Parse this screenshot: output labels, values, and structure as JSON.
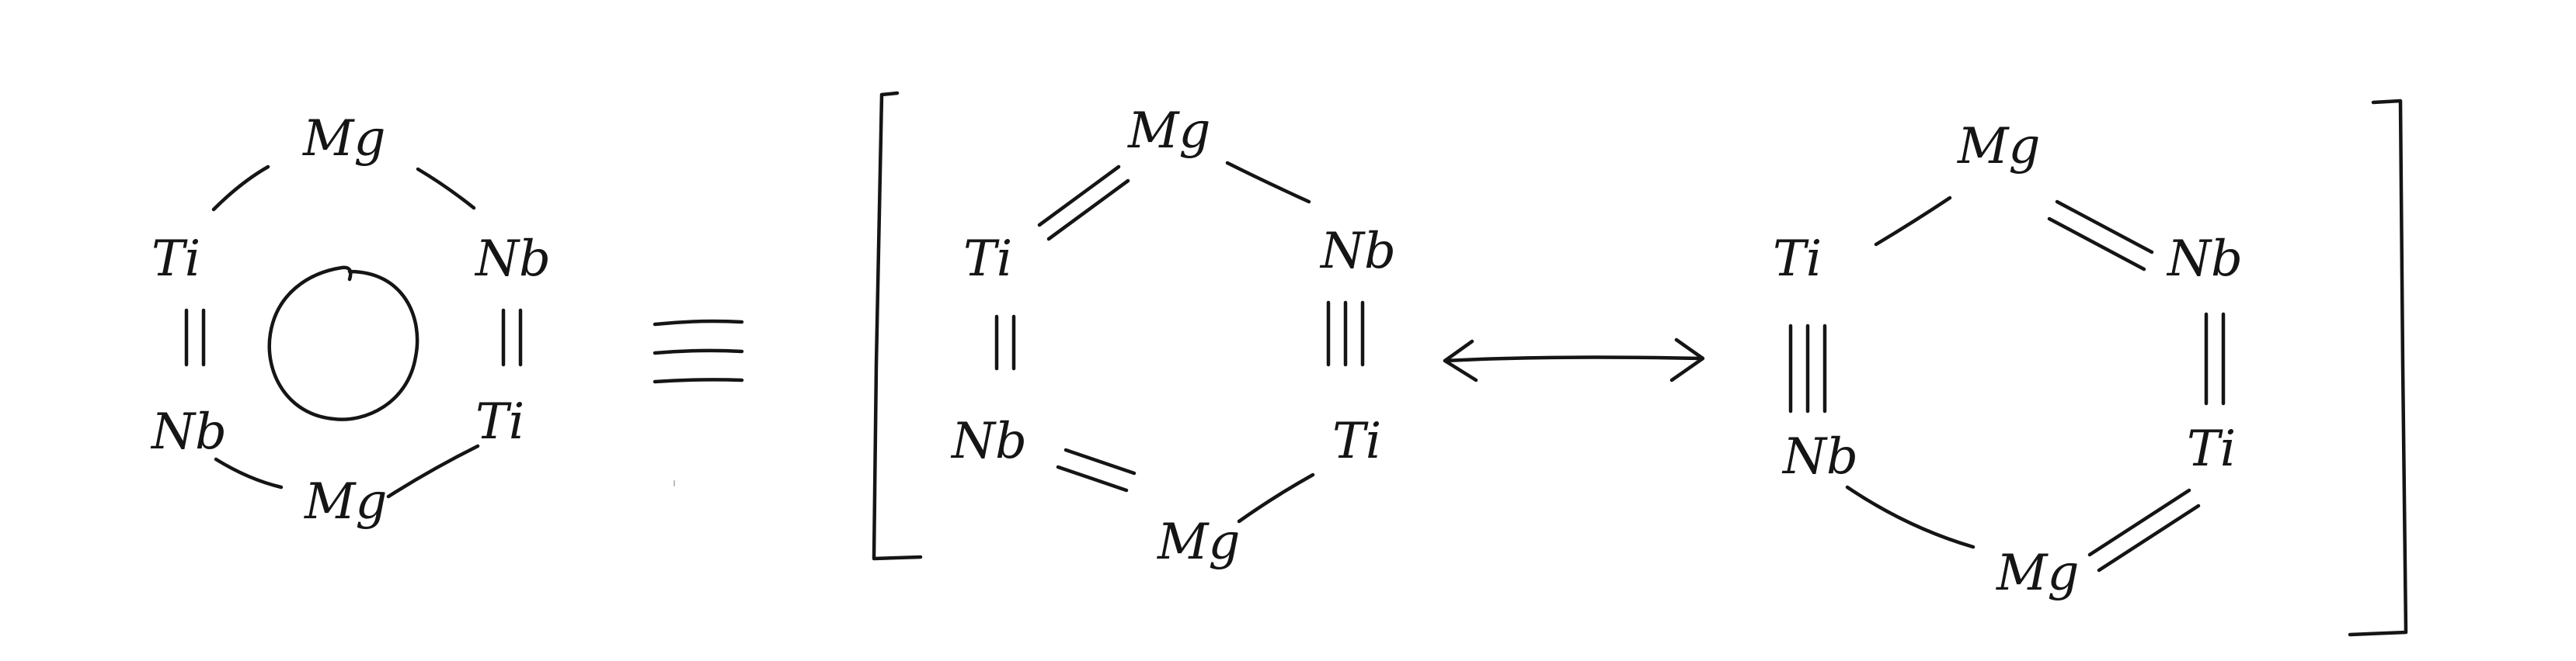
{
  "atoms": {
    "delocalized": {
      "top": "Mg",
      "upper_left": "Ti",
      "upper_right": "Nb",
      "lower_left": "Nb",
      "lower_right": "Ti",
      "bottom": "Mg"
    },
    "resonance_1": {
      "top": "Mg",
      "upper_left": "Ti",
      "upper_right": "Nb",
      "lower_left": "Nb",
      "lower_right": "Ti",
      "bottom": "Mg"
    },
    "resonance_2": {
      "top": "Mg",
      "upper_left": "Ti",
      "upper_right": "Nb",
      "lower_left": "Nb",
      "lower_right": "Ti",
      "bottom": "Mg"
    }
  },
  "symbols": {
    "equivalence": "≡",
    "resonance_arrow": "double-headed-arrow-icon"
  },
  "colors": {
    "ink": "#151515",
    "background": "#ffffff"
  }
}
